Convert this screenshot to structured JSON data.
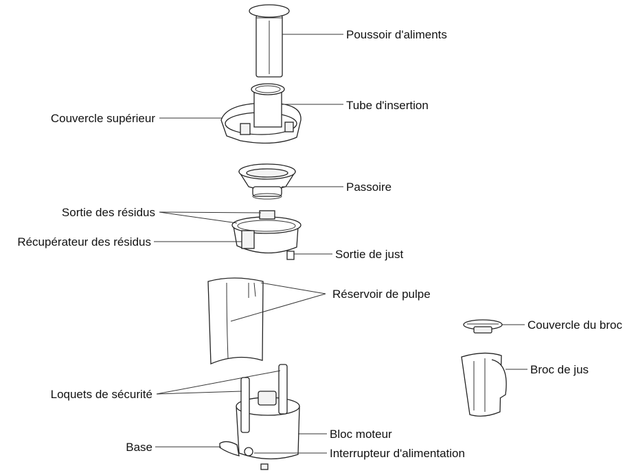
{
  "labels": {
    "poussoir": "Poussoir d'aliments",
    "tube": "Tube d'insertion",
    "couvercle_sup": "Couvercle supérieur",
    "passoire": "Passoire",
    "sortie_residus": "Sortie des résidus",
    "recuperateur": "Récupérateur des résidus",
    "sortie_just": "Sortie de just",
    "reservoir": "Réservoir de pulpe",
    "couvercle_broc": "Couvercle du broc",
    "broc": "Broc de jus",
    "loquets": "Loquets de sécurité",
    "bloc_moteur": "Bloc moteur",
    "base": "Base",
    "interrupteur": "Interrupteur d'alimentation"
  }
}
